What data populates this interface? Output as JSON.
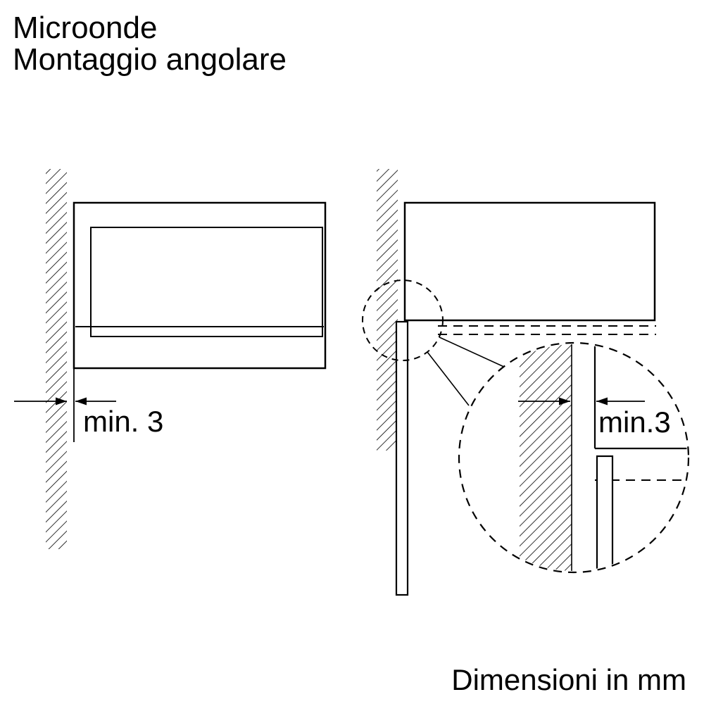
{
  "title": {
    "line1": "Microonde",
    "line2": "Montaggio angolare"
  },
  "dimensions": {
    "wall_gap_label": "min. 3",
    "detail_gap_label": "min.3"
  },
  "footer": {
    "units_label": "Dimensioni in mm"
  },
  "colors": {
    "line": "#000000",
    "background": "#ffffff"
  }
}
